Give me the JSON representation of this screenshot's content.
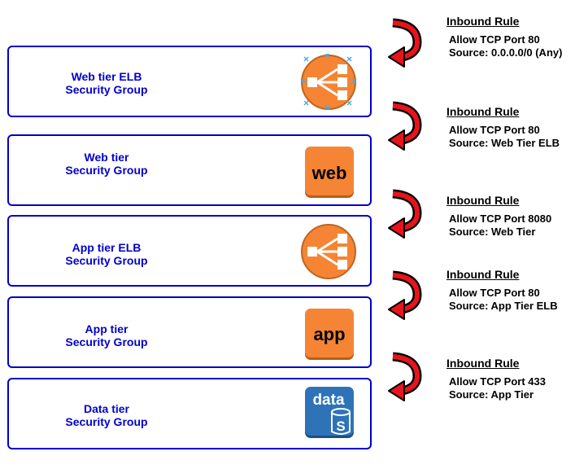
{
  "colors": {
    "tier_border": "#0000cc",
    "tier_text": "#0000cc",
    "icon_orange": "#f58534",
    "icon_blue": "#2e73b8",
    "arrow_red": "#e8141b"
  },
  "tiers": [
    {
      "line1": "Web tier ELB",
      "line2": "Security Group",
      "icon": "load-balancer-icon"
    },
    {
      "line1": "Web tier",
      "line2": "Security Group",
      "icon": "web-server-icon",
      "icon_text": "web"
    },
    {
      "line1": "App tier ELB",
      "line2": "Security Group",
      "icon": "load-balancer-icon"
    },
    {
      "line1": "App tier",
      "line2": "Security Group",
      "icon": "app-server-icon",
      "icon_text": "app"
    },
    {
      "line1": "Data tier",
      "line2": "Security Group",
      "icon": "database-icon",
      "icon_text": "data",
      "icon_subtext": "S"
    }
  ],
  "rules": [
    {
      "title": "Inbound Rule",
      "line1": "Allow TCP Port 80",
      "line2": "Source: 0.0.0.0/0 (Any)"
    },
    {
      "title": "Inbound Rule",
      "line1": "Allow TCP Port 80",
      "line2": "Source: Web Tier ELB"
    },
    {
      "title": "Inbound Rule",
      "line1": "Allow TCP Port 8080",
      "line2": "Source: Web Tier"
    },
    {
      "title": "Inbound Rule",
      "line1": "Allow TCP Port 80",
      "line2": "Source: App Tier ELB"
    },
    {
      "title": "Inbound Rule",
      "line1": "Allow TCP Port 433",
      "line2": "Source: App Tier"
    }
  ]
}
